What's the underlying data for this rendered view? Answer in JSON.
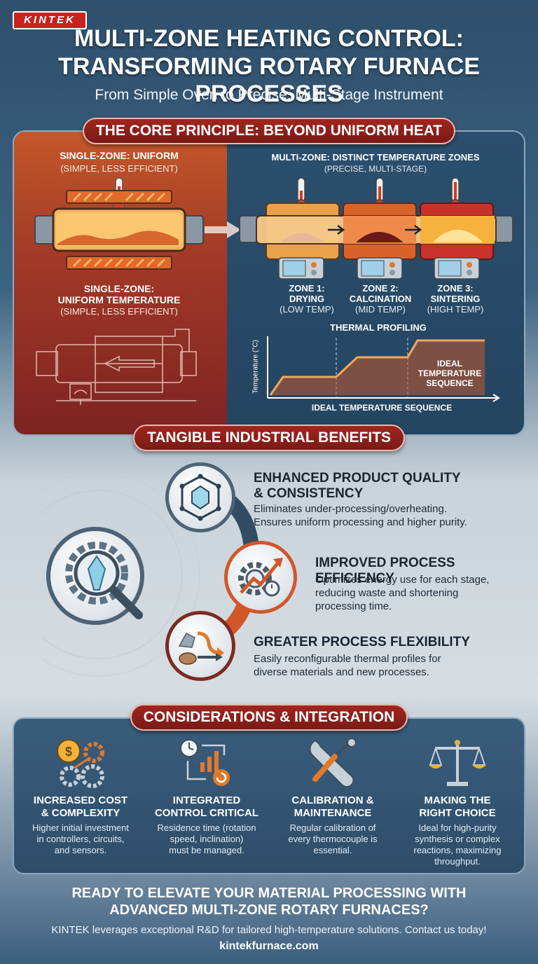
{
  "header": {
    "logo": "KINTEK",
    "title_line1": "MULTI-ZONE HEATING CONTROL:",
    "title_line2": "TRANSFORMING ROTARY FURNACE PROCESSES",
    "subtitle": "From Simple Oven to Precise, Multi-Stage Instrument"
  },
  "core": {
    "banner": "THE CORE PRINCIPLE: BEYOND UNIFORM HEAT",
    "single_title": "SINGLE-ZONE: UNIFORM",
    "single_sub": "(SIMPLE, LESS EFFICIENT)",
    "single_title2_line1": "SINGLE-ZONE:",
    "single_title2_line2": "UNIFORM TEMPERATURE",
    "single_sub2": "(SIMPLE, LESS EFFICIENT)",
    "multi_title": "MULTI-ZONE: DISTINCT TEMPERATURE ZONES",
    "multi_sub": "(PRECISE, MULTI-STAGE)",
    "zones": [
      {
        "label": "ZONE 1:",
        "name": "DRYING",
        "temp": "(LOW TEMP)",
        "color": "#e9a24a"
      },
      {
        "label": "ZONE 2:",
        "name": "CALCINATION",
        "temp": "(MID TEMP)",
        "color": "#d9622b"
      },
      {
        "label": "ZONE 3:",
        "name": "SINTERING",
        "temp": "(HIGH TEMP)",
        "color": "#c9322a"
      }
    ],
    "profile": {
      "title": "THERMAL PROFILING",
      "ylabel": "Temperature (°C)",
      "xlabel": "IDEAL TEMPERATURE SEQUENCE",
      "box_line1": "IDEAL",
      "box_line2": "TEMPERATURE",
      "box_line3": "SEQUENCE"
    }
  },
  "benefits": {
    "banner": "TANGIBLE INDUSTRIAL BENEFITS",
    "items": [
      {
        "title_line1": "ENHANCED PRODUCT QUALITY",
        "title_line2": "& CONSISTENCY",
        "desc_line1": "Eliminates under-processing/overheating.",
        "desc_line2": "Ensures uniform processing and higher purity.",
        "desc_line3": ""
      },
      {
        "title_line1": "IMPROVED PROCESS EFFICIENCY",
        "title_line2": "",
        "desc_line1": "Optimizes energy use for each stage,",
        "desc_line2": "reducing waste and shortening",
        "desc_line3": "processing time."
      },
      {
        "title_line1": "GREATER PROCESS FLEXIBILITY",
        "title_line2": "",
        "desc_line1": "Easily reconfigurable thermal profiles for",
        "desc_line2": "diverse materials and new processes.",
        "desc_line3": ""
      }
    ]
  },
  "considerations": {
    "banner": "CONSIDERATIONS & INTEGRATION",
    "items": [
      {
        "title_line1": "INCREASED COST",
        "title_line2": "& COMPLEXITY",
        "desc_line1": "Higher initial investment",
        "desc_line2": "in controllers, circuits,",
        "desc_line3": "and sensors.",
        "desc_line4": ""
      },
      {
        "title_line1": "INTEGRATED",
        "title_line2": "CONTROL CRITICAL",
        "desc_line1": "Residence time (rotation",
        "desc_line2": "speed, inclination)",
        "desc_line3": "must be managed.",
        "desc_line4": ""
      },
      {
        "title_line1": "CALIBRATION &",
        "title_line2": "MAINTENANCE",
        "desc_line1": "Regular calibration of",
        "desc_line2": "every thermocouple is",
        "desc_line3": "essential.",
        "desc_line4": ""
      },
      {
        "title_line1": "MAKING THE",
        "title_line2": "RIGHT CHOICE",
        "desc_line1": "Ideal for high-purity",
        "desc_line2": "synthesis or complex",
        "desc_line3": "reactions, maximizing",
        "desc_line4": "throughput."
      }
    ]
  },
  "cta": {
    "line1": "READY TO ELEVATE YOUR MATERIAL PROCESSING WITH",
    "line2": "ADVANCED MULTI-ZONE ROTARY FURNACES?",
    "sub": "KINTEK leverages exceptional R&D for tailored high-temperature solutions. Contact us today!",
    "website": "kintekfurnace.com"
  },
  "colors": {
    "accent_red": "#a0261f",
    "panel_blue": "#2c4f6d",
    "orange": "#e9742f"
  }
}
